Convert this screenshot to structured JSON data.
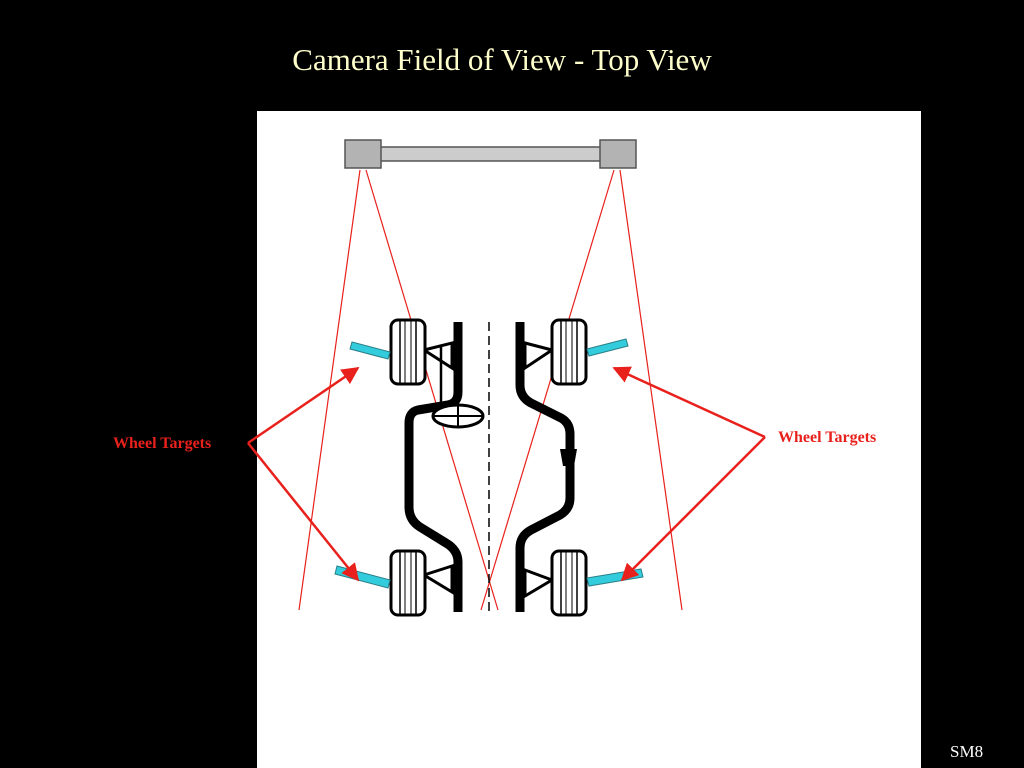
{
  "slide": {
    "title": "Camera Field of View - Top View",
    "slide_id": "SM8"
  },
  "labels": {
    "left_callout": "Wheel Targets",
    "right_callout": "Wheel Targets"
  },
  "colors": {
    "background": "#000000",
    "title": "#ffffcc",
    "panel": "#ffffff",
    "callout": "#e8211c",
    "fov_lines": "#e8211c",
    "target": "#33ccdd",
    "camera": "#b3b3b3",
    "chassis": "#000000"
  },
  "icons": {
    "camera_left": "camera-icon",
    "camera_right": "camera-icon",
    "wheel": "tire-icon",
    "steering": "steering-wheel-icon"
  }
}
